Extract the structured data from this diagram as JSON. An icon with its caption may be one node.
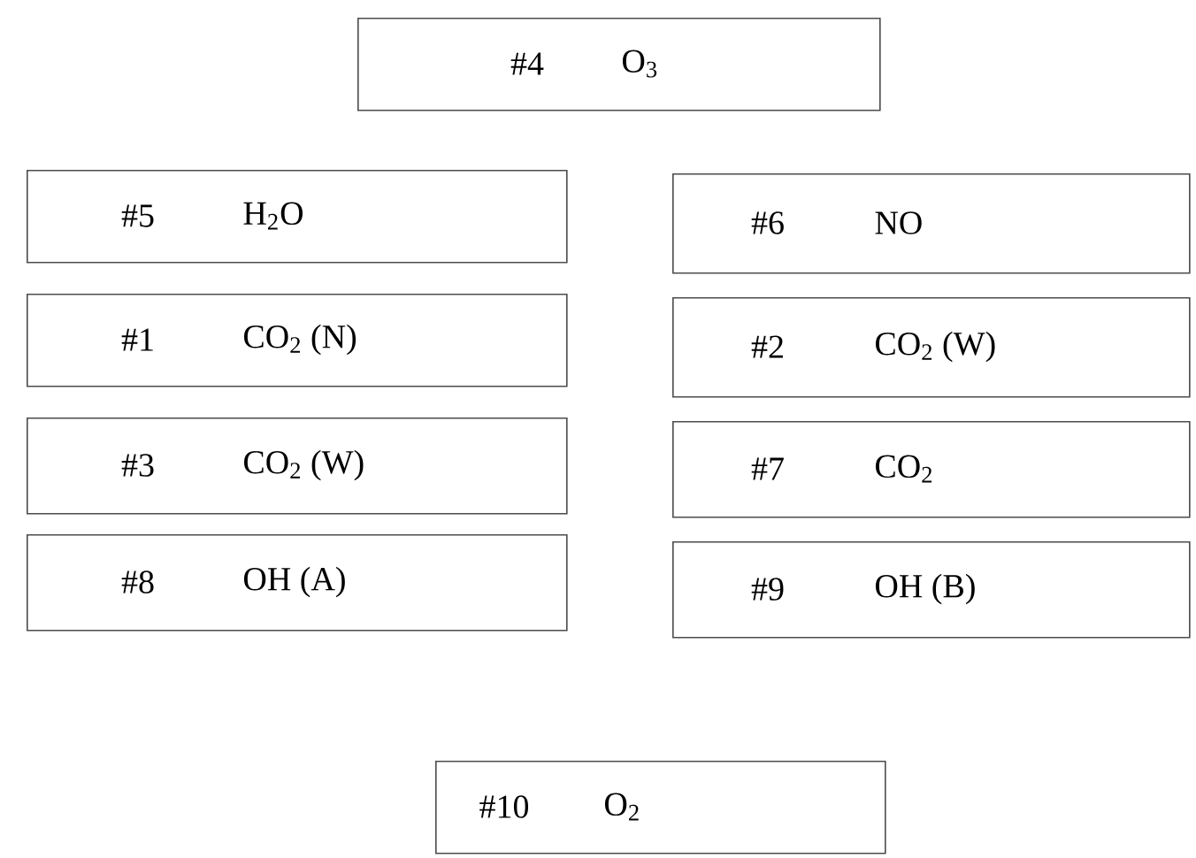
{
  "diagram": {
    "nodes": [
      {
        "text": [
          "#4",
          "O$_{3}$"
        ]
      },
      {
        "text": [
          "#5",
          "H$_{2}$O"
        ]
      },
      {
        "text": [
          "#6",
          "NO"
        ]
      },
      {
        "text": [
          "#1",
          "CO$_{2}$ (N)"
        ]
      },
      {
        "text": [
          "#2",
          "CO$_{2}$ (W)"
        ]
      },
      {
        "text": [
          "#3",
          "CO$_{2}$ (W)"
        ]
      },
      {
        "text": [
          "#7",
          "CO$_{2}$"
        ]
      },
      {
        "text": [
          "#8",
          "OH (A)"
        ]
      },
      {
        "text": [
          "#9",
          "OH (B)"
        ]
      },
      {
        "text": [
          "#10",
          "O$_{2}$"
        ]
      }
    ]
  }
}
